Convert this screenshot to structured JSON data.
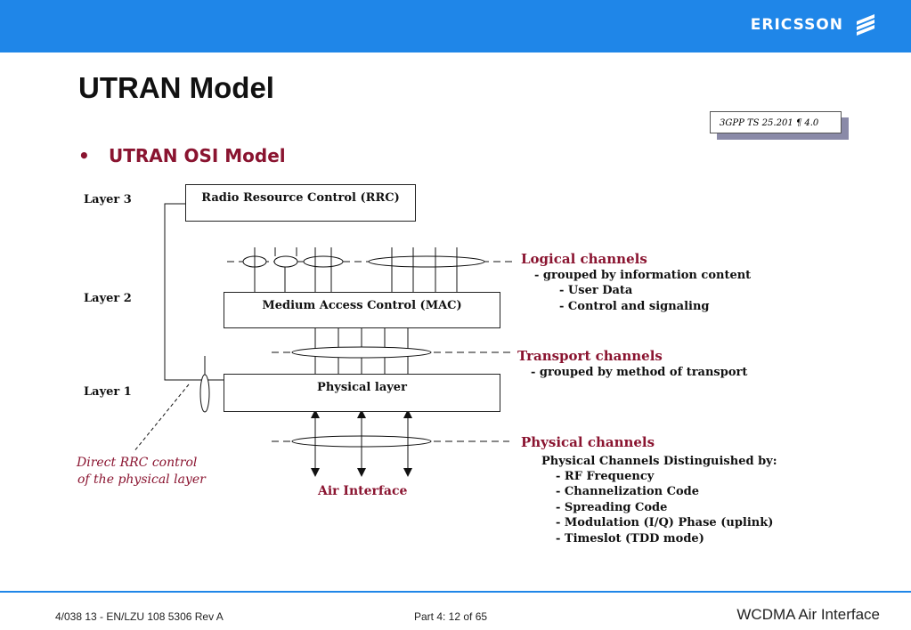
{
  "header": {
    "brand": "ERICSSON",
    "icon": "ericsson-logo-icon"
  },
  "title": "UTRAN Model",
  "reference": "3GPP TS 25.201 ¶ 4.0",
  "bullet": {
    "marker": "•",
    "text": "UTRAN OSI Model"
  },
  "diagram": {
    "layer3_label": "Layer 3",
    "layer2_label": "Layer 2",
    "layer1_label": "Layer 1",
    "rrc_box": "Radio Resource Control (RRC)",
    "mac_box": "Medium Access Control (MAC)",
    "phy_box": "Physical layer",
    "air_interface": "Air Interface",
    "direct_rrc_line1": "Direct RRC control",
    "direct_rrc_line2": "of the physical layer",
    "logical": {
      "heading": "Logical channels",
      "line1": "- grouped by information content",
      "line2": "- User Data",
      "line3": "- Control and signaling"
    },
    "transport": {
      "heading": "Transport channels",
      "line1": "- grouped by method of transport"
    },
    "physical": {
      "heading": "Physical channels",
      "intro": "Physical Channels Distinguished by:",
      "items": [
        "- RF Frequency",
        "- Channelization Code",
        "- Spreading Code",
        "- Modulation (I/Q) Phase (uplink)",
        "- Timeslot (TDD mode)"
      ]
    }
  },
  "footer": {
    "doc_id": "4/038 13 - EN/LZU 108 5306 Rev A",
    "page": "Part 4:  12 of 65",
    "course": "WCDMA Air Interface"
  },
  "colors": {
    "header_blue": "#1f86e8",
    "accent_maroon": "#8a1430",
    "shadow": "#8a8aa8"
  }
}
